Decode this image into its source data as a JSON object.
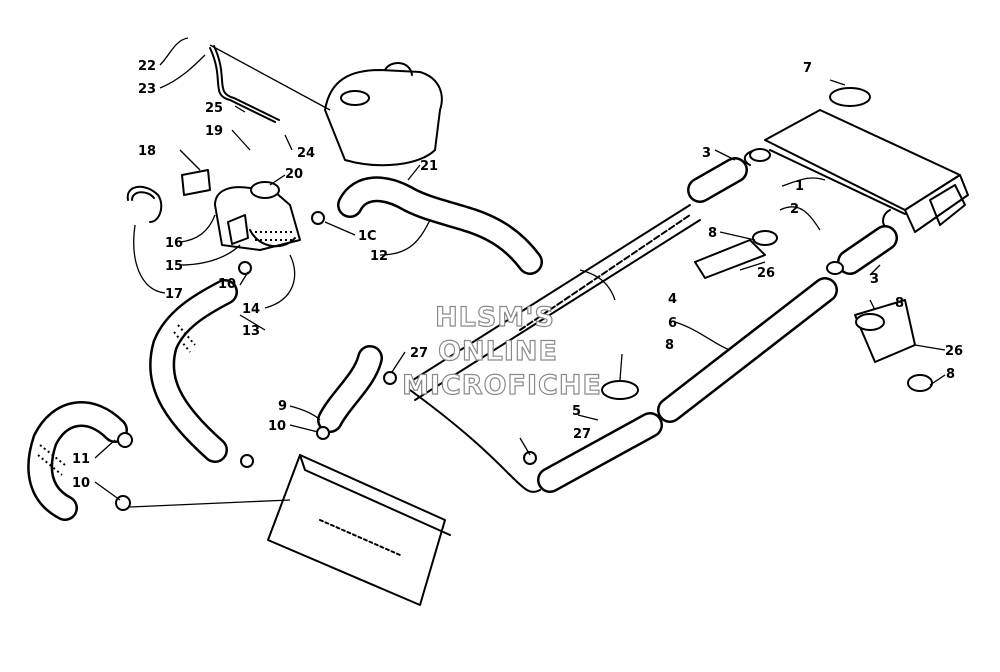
{
  "watermark": {
    "line1": "HLSM'S",
    "line2": "ONLINE",
    "line3": "MICROFICHE"
  },
  "callouts": [
    {
      "label": "1"
    },
    {
      "label": "2"
    },
    {
      "label": "3"
    },
    {
      "label": "3"
    },
    {
      "label": "4"
    },
    {
      "label": "5"
    },
    {
      "label": "6"
    },
    {
      "label": "7"
    },
    {
      "label": "8"
    },
    {
      "label": "8"
    },
    {
      "label": "8"
    },
    {
      "label": "8"
    },
    {
      "label": "9"
    },
    {
      "label": "10"
    },
    {
      "label": "10"
    },
    {
      "label": "10"
    },
    {
      "label": "11"
    },
    {
      "label": "12"
    },
    {
      "label": "13"
    },
    {
      "label": "14"
    },
    {
      "label": "15"
    },
    {
      "label": "16"
    },
    {
      "label": "17"
    },
    {
      "label": "18"
    },
    {
      "label": "19"
    },
    {
      "label": "20"
    },
    {
      "label": "21"
    },
    {
      "label": "22"
    },
    {
      "label": "23"
    },
    {
      "label": "24"
    },
    {
      "label": "25"
    },
    {
      "label": "26"
    },
    {
      "label": "26"
    },
    {
      "label": "27"
    },
    {
      "label": "27"
    },
    {
      "label": "1C"
    }
  ]
}
